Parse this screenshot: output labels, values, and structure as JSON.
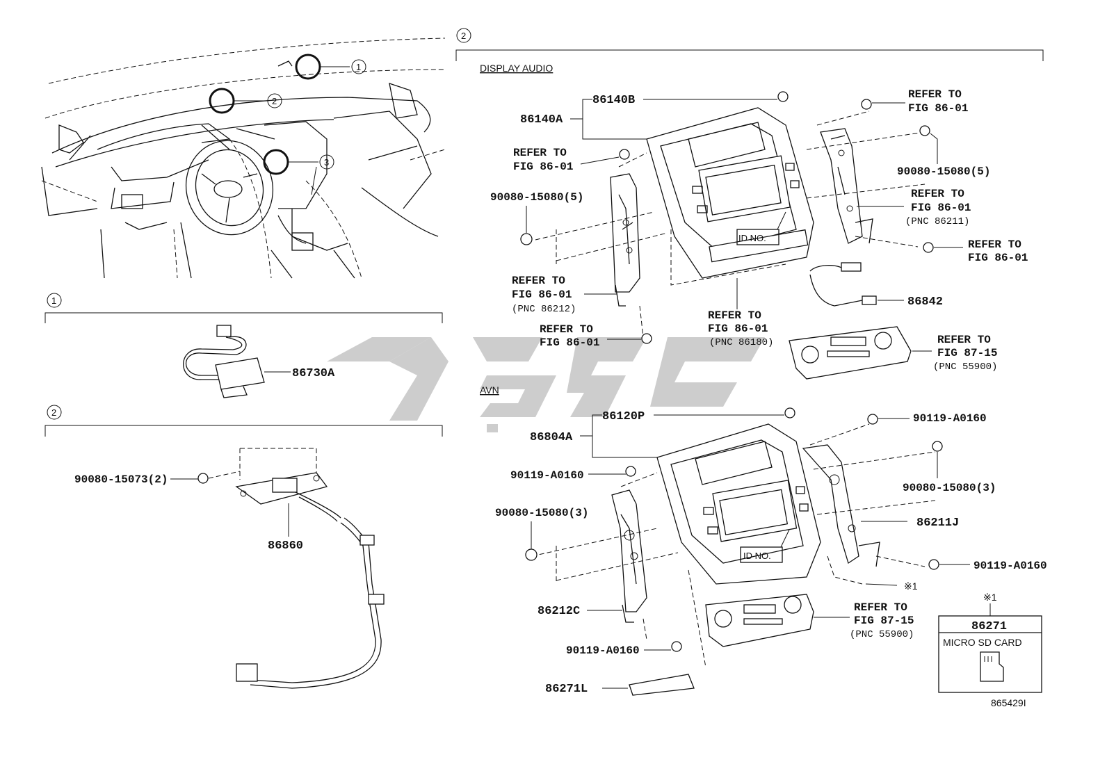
{
  "overview": {
    "callouts": [
      "1",
      "2",
      "3"
    ]
  },
  "section1": {
    "marker": "1",
    "part": "86730A"
  },
  "section2_left": {
    "marker": "2",
    "bolt": "90080-15073(2)",
    "part": "86860"
  },
  "section2_right": {
    "marker": "2",
    "display_audio": {
      "title": "DISPLAY AUDIO",
      "parts": {
        "p86140B": "86140B",
        "p86140A": "86140A",
        "p86842": "86842",
        "bolt_left": "90080-15080(5)",
        "bolt_right": "90080-15080(5)",
        "id_no": "ID NO."
      },
      "refs": {
        "ref1": [
          "REFER TO",
          "FIG 86-01"
        ],
        "ref2": [
          "REFER TO",
          "FIG 86-01"
        ],
        "ref3": [
          "REFER TO",
          "FIG 86-01",
          "(PNC 86211)"
        ],
        "ref4": [
          "REFER TO",
          "FIG 86-01"
        ],
        "ref5": [
          "REFER TO",
          "FIG 86-01",
          "(PNC 86212)"
        ],
        "ref6": [
          "REFER TO",
          "FIG 86-01"
        ],
        "ref7": [
          "REFER TO",
          "FIG 86-01",
          "(PNC 86180)"
        ],
        "ref8": [
          "REFER TO",
          "FIG 87-15",
          "(PNC 55900)"
        ]
      }
    },
    "avn": {
      "title": "AVN",
      "parts": {
        "p86120P": "86120P",
        "p86804A": "86804A",
        "clip_top_right": "90119-A0160",
        "clip_left": "90119-A0160",
        "bolt_left": "90080-15080(3)",
        "bolt_right": "90080-15080(3)",
        "p86211J": "86211J",
        "clip_right": "90119-A0160",
        "p86212C": "86212C",
        "clip_bottom": "90119-A0160",
        "p86271L": "86271L",
        "id_no": "ID NO.",
        "note_ref": "※1"
      },
      "refs": {
        "ref1": [
          "REFER TO",
          "FIG 87-15",
          "(PNC 55900)"
        ]
      }
    },
    "sd_box": {
      "note": "※1",
      "part": "86271",
      "name": "MICRO SD CARD"
    }
  },
  "figure_id": "865429I"
}
